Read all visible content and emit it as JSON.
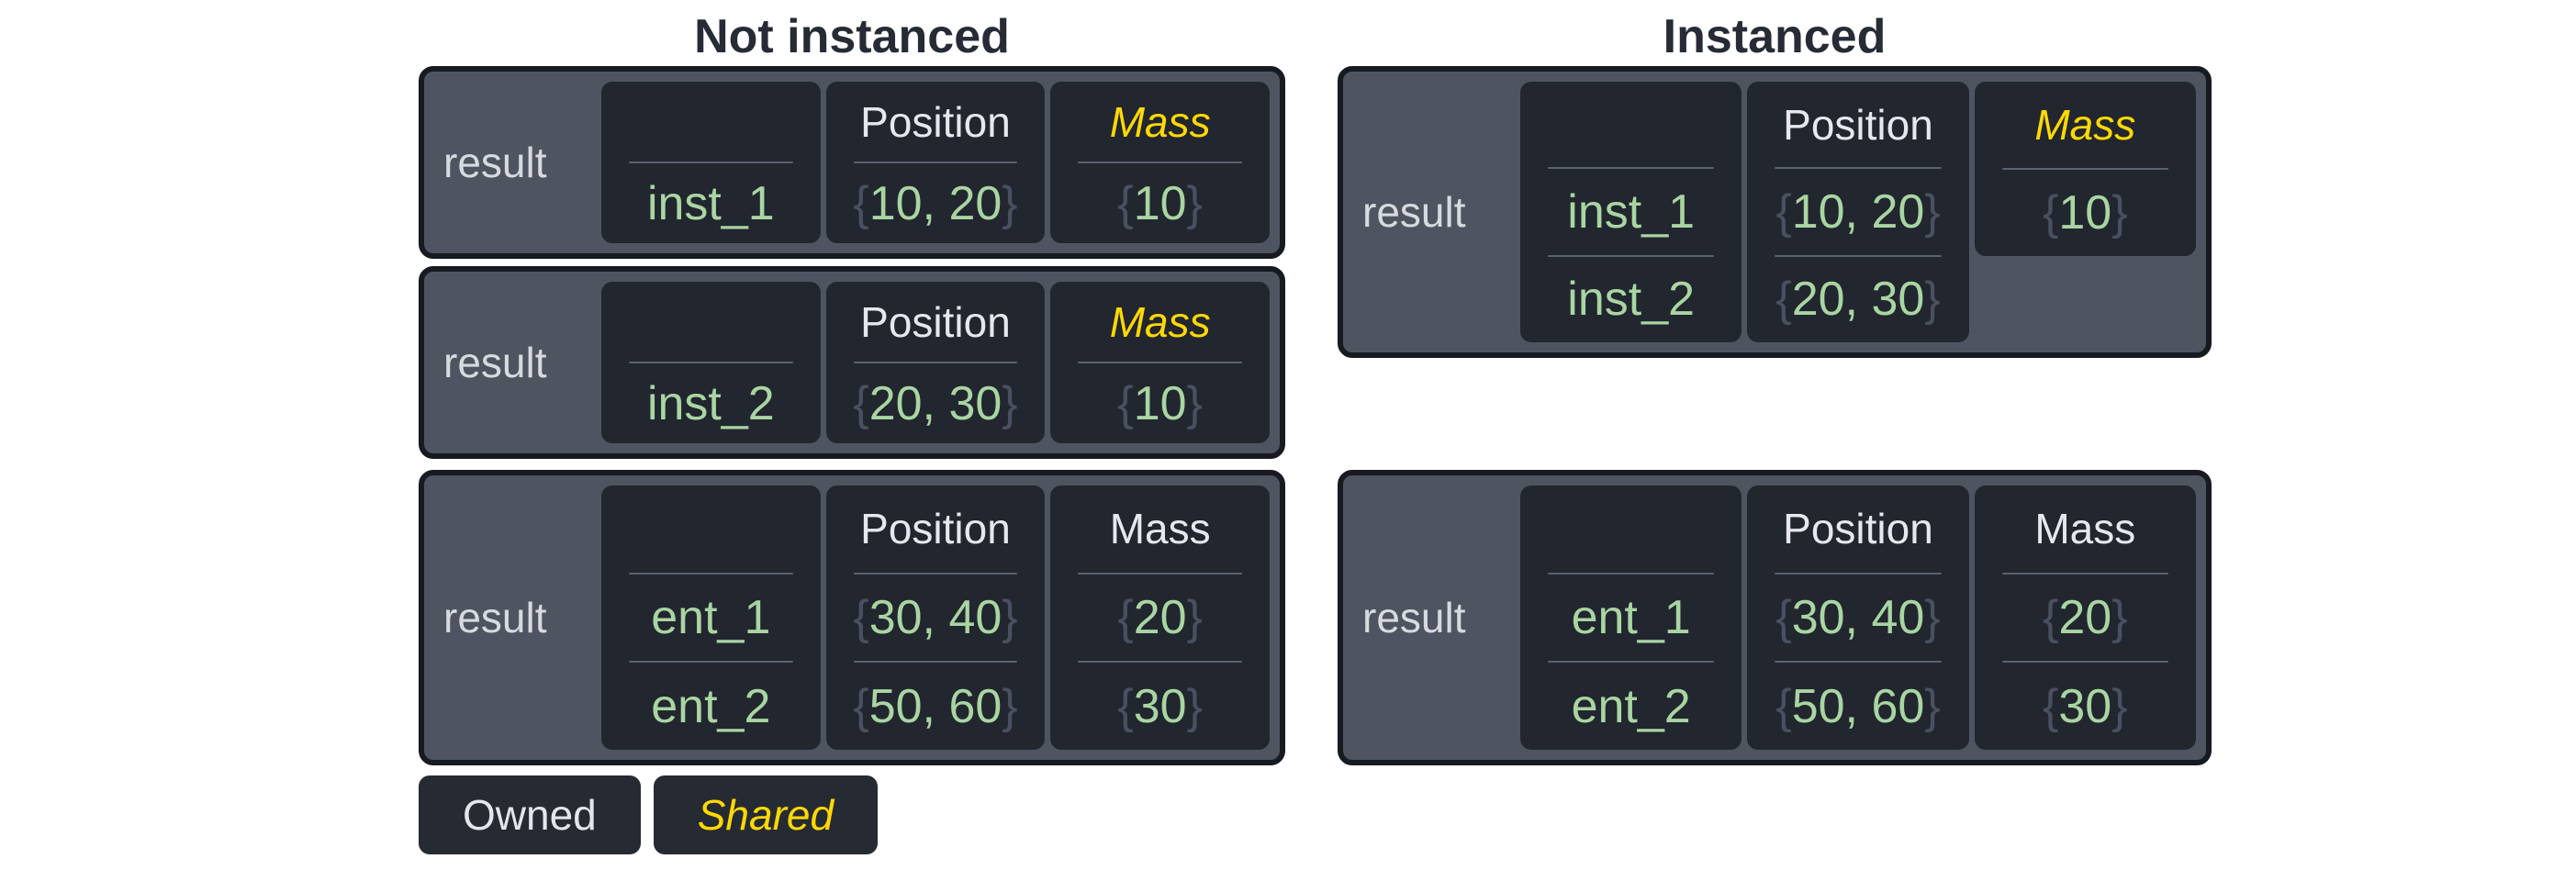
{
  "titles": {
    "not_instanced": "Not instanced",
    "instanced": "Instanced"
  },
  "labels": {
    "result": "result",
    "position_header": "Position",
    "mass_header": "Mass"
  },
  "symbols": {
    "brace_open": "{",
    "brace_close": "}"
  },
  "legend": {
    "owned": "Owned",
    "shared": "Shared"
  },
  "colors": {
    "shared_accent_yellow": "#FFD903",
    "value_green": "#A9D5A2",
    "brace_gray": "#4A5060",
    "panel_gray": "#4E5561",
    "cell_dark": "#22262F",
    "title_dark": "#262B35"
  },
  "tables": {
    "not_instanced_inst_1": {
      "name": "inst_1",
      "position": "10, 20",
      "mass": "10"
    },
    "not_instanced_inst_2": {
      "name": "inst_2",
      "position": "20, 30",
      "mass": "10"
    },
    "not_instanced_entities": {
      "rows": [
        {
          "name": "ent_1",
          "position": "30, 40",
          "mass": "20"
        },
        {
          "name": "ent_2",
          "position": "50, 60",
          "mass": "30"
        }
      ]
    },
    "instanced_combined": {
      "rows": [
        {
          "name": "inst_1",
          "position": "10, 20"
        },
        {
          "name": "inst_2",
          "position": "20, 30"
        }
      ],
      "shared_mass": "10"
    },
    "instanced_entities": {
      "rows": [
        {
          "name": "ent_1",
          "position": "30, 40",
          "mass": "20"
        },
        {
          "name": "ent_2",
          "position": "50, 60",
          "mass": "30"
        }
      ]
    }
  }
}
